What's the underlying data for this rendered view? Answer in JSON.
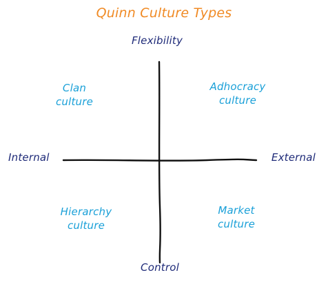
{
  "title": "Quinn Culture Types",
  "axes": {
    "top": "Flexibility",
    "bottom": "Control",
    "left": "Internal",
    "right": "External"
  },
  "quadrants": {
    "top_left": [
      "Clan",
      "culture"
    ],
    "top_right": [
      "Adhocracy",
      "culture"
    ],
    "bottom_left": [
      "Hierarchy",
      "culture"
    ],
    "bottom_right": [
      "Market",
      "culture"
    ]
  },
  "colors": {
    "title": "#f08a24",
    "axis_text": "#1e2a78",
    "quadrant_text": "#1aa0d8",
    "lines": "#111111"
  }
}
